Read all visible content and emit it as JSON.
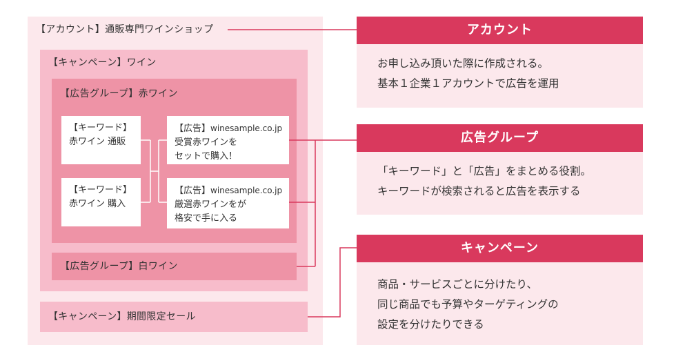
{
  "hierarchy": {
    "account_label": "【アカウント】通販専門ワインショップ",
    "campaign1_label": "【キャンペーン】ワイン",
    "adgroup1_label": "【広告グループ】赤ワイン",
    "adgroup2_label": "【広告グループ】白ワイン",
    "campaign2_label": "【キャンペーン】期間限定セール",
    "keywords": [
      {
        "title": "【キーワード】",
        "text": "赤ワイン 通販"
      },
      {
        "title": "【キーワード】",
        "text": "赤ワイン 購入"
      }
    ],
    "ads": [
      {
        "title": "【広告】",
        "url": "winesample.co.jp",
        "line1": "受賞赤ワインを",
        "line2": "セットで購入！"
      },
      {
        "title": "【広告】",
        "url": "winesample.co.jp",
        "line1": "厳選赤ワインをが",
        "line2": "格安で手に入る"
      }
    ]
  },
  "panels": {
    "account": {
      "title": "アカウント",
      "line1": "お申し込み頂いた際に作成される。",
      "line2": "基本１企業１アカウントで広告を運用"
    },
    "adgroup": {
      "title": "広告グループ",
      "line1": "「キーワード」と「広告」をまとめる役割。",
      "line2": "キーワードが検索されると広告を表示する"
    },
    "campaign": {
      "title": "キャンペーン",
      "line1": "商品・サービスごとに分けたり、",
      "line2": "同じ商品でも予算やターゲティングの",
      "line3": "設定を分けたりできる"
    }
  },
  "colors": {
    "accent": "#d9395d",
    "account_bg": "#fce8ec",
    "campaign_bg": "#f7bccb",
    "adgroup_bg": "#ee93a6"
  }
}
